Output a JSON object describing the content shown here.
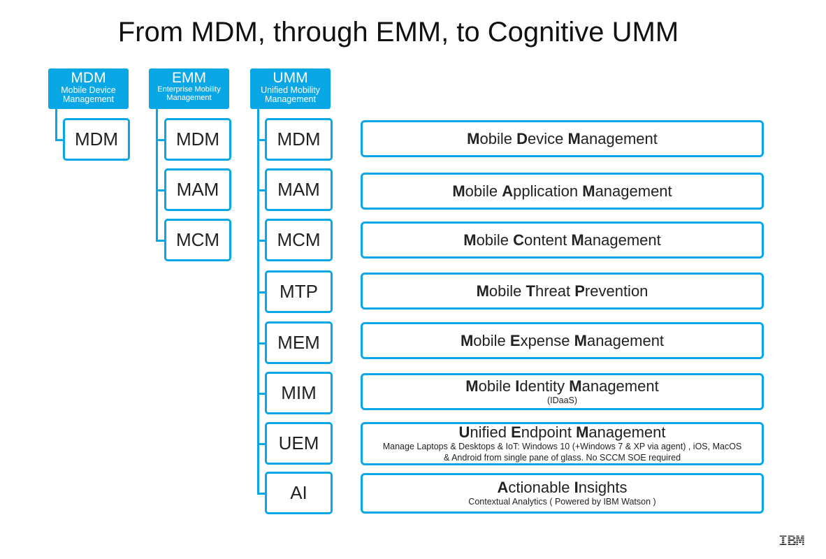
{
  "title": "From MDM, through EMM, to Cognitive UMM",
  "headers": [
    {
      "abbr": "MDM",
      "sub1": "Mobile Device",
      "sub2": "Management"
    },
    {
      "abbr": "EMM",
      "sub1": "Enterprise Mobility",
      "sub2": "Management"
    },
    {
      "abbr": "UMM",
      "sub1": "Unified Mobility",
      "sub2": "Management"
    }
  ],
  "mdm_column": [
    "MDM"
  ],
  "emm_column": [
    "MDM",
    "MAM",
    "MCM"
  ],
  "umm_column": [
    "MDM",
    "MAM",
    "MCM",
    "MTP",
    "MEM",
    "MIM",
    "UEM",
    "AI"
  ],
  "descriptions": [
    {
      "parts": [
        [
          "M",
          "b"
        ],
        [
          "obile ",
          ""
        ],
        [
          "D",
          "b"
        ],
        [
          "evice ",
          ""
        ],
        [
          "M",
          "b"
        ],
        [
          "anagement",
          ""
        ]
      ],
      "sub": []
    },
    {
      "parts": [
        [
          "M",
          "b"
        ],
        [
          "obile ",
          ""
        ],
        [
          "A",
          "b"
        ],
        [
          "pplication ",
          ""
        ],
        [
          "M",
          "b"
        ],
        [
          "anagement",
          ""
        ]
      ],
      "sub": []
    },
    {
      "parts": [
        [
          "M",
          "b"
        ],
        [
          "obile ",
          ""
        ],
        [
          "C",
          "b"
        ],
        [
          "ontent ",
          ""
        ],
        [
          "M",
          "b"
        ],
        [
          "anagement",
          ""
        ]
      ],
      "sub": []
    },
    {
      "parts": [
        [
          "M",
          "b"
        ],
        [
          "obile ",
          ""
        ],
        [
          "T",
          "b"
        ],
        [
          "hreat ",
          ""
        ],
        [
          "P",
          "b"
        ],
        [
          "revention",
          ""
        ]
      ],
      "sub": []
    },
    {
      "parts": [
        [
          "M",
          "b"
        ],
        [
          "obile ",
          ""
        ],
        [
          "E",
          "b"
        ],
        [
          "xpense ",
          ""
        ],
        [
          "M",
          "b"
        ],
        [
          "anagement",
          ""
        ]
      ],
      "sub": []
    },
    {
      "parts": [
        [
          "M",
          "b"
        ],
        [
          "obile ",
          ""
        ],
        [
          "I",
          "b"
        ],
        [
          "dentity ",
          ""
        ],
        [
          "M",
          "b"
        ],
        [
          "anagement",
          ""
        ]
      ],
      "sub": [
        "(IDaaS)"
      ]
    },
    {
      "parts": [
        [
          "U",
          "b"
        ],
        [
          "nified ",
          ""
        ],
        [
          "E",
          "b"
        ],
        [
          "ndpoint ",
          ""
        ],
        [
          "M",
          "b"
        ],
        [
          "anagement",
          ""
        ]
      ],
      "sub": [
        "Manage Laptops & Desktops & IoT:  Windows 10 (+Windows 7 & XP via agent) , iOS, MacOS",
        "& Android from single pane of glass. No SCCM SOE required"
      ]
    },
    {
      "parts": [
        [
          "A",
          "b"
        ],
        [
          "ctionable ",
          ""
        ],
        [
          "I",
          "b"
        ],
        [
          "nsights",
          ""
        ]
      ],
      "sub": [
        "Contextual Analytics ( Powered by IBM Watson )"
      ]
    }
  ],
  "logo": "IBM",
  "accent_color": "#0aa7e6"
}
